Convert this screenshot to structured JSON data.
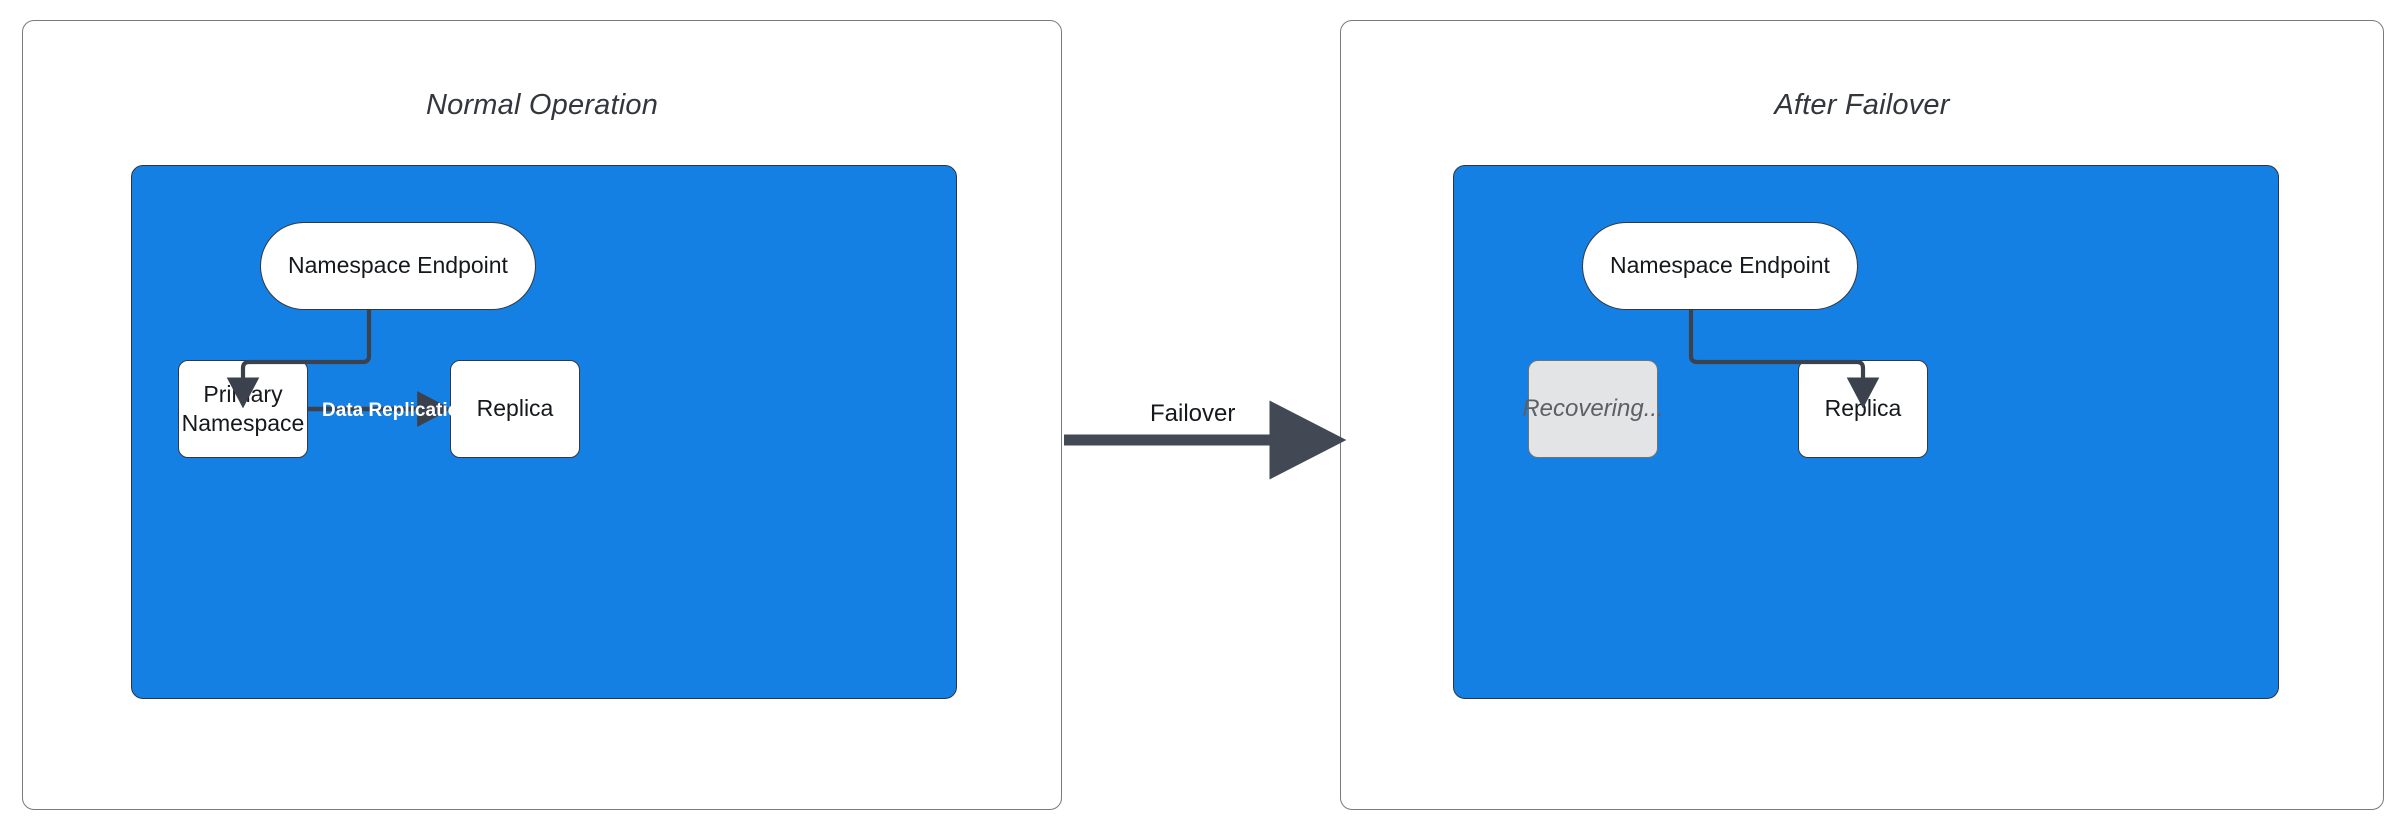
{
  "diagram": {
    "title_hidden": "",
    "panels": [
      {
        "id": "normal-operation",
        "title": "Normal Operation",
        "region_color": "#1580e4",
        "nodes": [
          {
            "id": "endpoint",
            "label": "Namespace Endpoint",
            "shape": "pill",
            "fill": "#ffffff"
          },
          {
            "id": "primary",
            "label": "Primary\nNamespace",
            "line1": "Primary",
            "line2": "Namespace",
            "shape": "box",
            "fill": "#ffffff"
          },
          {
            "id": "replica",
            "label": "Replica",
            "shape": "box",
            "fill": "#ffffff"
          }
        ],
        "edges": [
          {
            "from": "endpoint",
            "to": "primary",
            "label": ""
          },
          {
            "from": "primary",
            "to": "replica",
            "label": "Data Replication",
            "label_color": "#ffffff"
          }
        ]
      },
      {
        "id": "after-failover",
        "title": "After Failover",
        "region_color": "#1580e4",
        "nodes": [
          {
            "id": "endpoint",
            "label": "Namespace Endpoint",
            "shape": "pill",
            "fill": "#ffffff"
          },
          {
            "id": "recovering",
            "label": "Recovering...",
            "shape": "box",
            "fill": "#e2e4e6",
            "state": "disabled"
          },
          {
            "id": "replica",
            "label": "Replica",
            "shape": "box",
            "fill": "#ffffff"
          }
        ],
        "edges": [
          {
            "from": "endpoint",
            "to": "replica",
            "label": ""
          }
        ]
      }
    ],
    "transition": {
      "label": "Failover",
      "arrow_color": "#424955",
      "direction": "left-to-right"
    },
    "colors": {
      "region_blue": "#1580e4",
      "node_stroke": "#33383f",
      "panel_stroke": "#7a7a7f",
      "arrow_dark": "#424955",
      "disabled_fill": "#e2e4e6",
      "disabled_text": "#5b6066",
      "text": "#15181c"
    }
  }
}
